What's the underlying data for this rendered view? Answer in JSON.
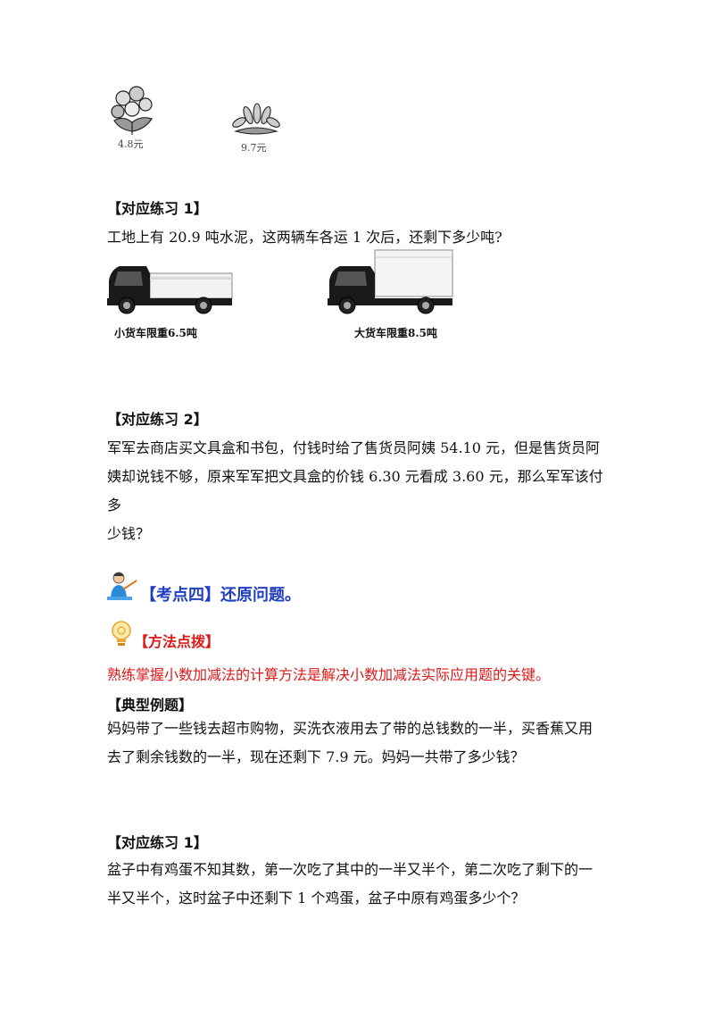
{
  "flowers": [
    {
      "price": "4.8元",
      "icon": "flower-bouquet-icon"
    },
    {
      "price": "9.7元",
      "icon": "flower-plant-icon"
    }
  ],
  "practice1": {
    "heading": "【对应练习 1】",
    "question": "工地上有 20.9 吨水泥，这两辆车各运 1 次后，还剩下多少吨?",
    "truck_small_label": "小货车限重6.5吨",
    "truck_large_label": "大货车限重8.5吨"
  },
  "practice2": {
    "heading": "【对应练习 2】",
    "lines": [
      "军军去商店买文具盒和书包，付钱时给了售货员阿姨 54.10 元，但是售货员阿",
      "姨却说钱不够，原来军军把文具盒的价钱 6.30 元看成 3.60 元，那么军军该付多",
      "少钱？"
    ]
  },
  "topic4": {
    "title": "【考点四】还原问题。",
    "method_label": "【方法点拨】",
    "method_text": "熟练掌握小数加减法的计算方法是解决小数加减法实际应用题的关键。"
  },
  "example": {
    "heading": "【典型例题】",
    "lines": [
      "妈妈带了一些钱去超市购物，买洗衣液用去了带的总钱数的一半，买香蕉又用",
      "去了剩余钱数的一半，现在还剩下 7.9 元。妈妈一共带了多少钱？"
    ]
  },
  "practice3": {
    "heading": "【对应练习 1】",
    "lines": [
      "盆子中有鸡蛋不知其数，第一次吃了其中的一半又半个，第二次吃了剩下的一",
      "半又半个，这时盆子中还剩下 1 个鸡蛋，盆子中原有鸡蛋多少个？"
    ]
  },
  "colors": {
    "accent_blue": "#1f3fbf",
    "accent_red": "#e01818"
  }
}
